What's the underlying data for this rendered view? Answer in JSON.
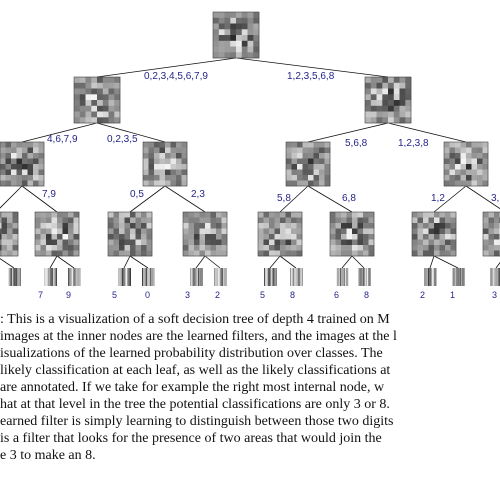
{
  "edge_labels": [
    "0,2,3,4,5,6,7,9",
    "1,2,3,5,6,8",
    "4,6,7,9",
    "0,2,3,5",
    "5,6,8",
    "1,2,3,8",
    "7,9",
    "0,5",
    "2,3",
    "5,8",
    "6,8",
    "1,2",
    "3,"
  ],
  "leaf_labels": [
    "7",
    "9",
    "5",
    "0",
    "3",
    "2",
    "5",
    "8",
    "6",
    "8",
    "2",
    "1",
    "3"
  ],
  "caption": [
    ": This is a visualization of a soft decision tree of depth 4 trained on M",
    "images at the inner nodes are the learned filters, and the images at the l",
    "isualizations of the learned probability distribution over classes. The",
    "likely classification at each leaf, as well as the likely classifications at",
    "are annotated. If we take for example the right most internal node, w",
    "hat at that level in the tree the potential classifications are only 3 or 8.",
    "earned filter is simply learning to distinguish between those two digits",
    "is a filter that looks for the presence of two areas that would join the",
    "e 3 to make an 8."
  ]
}
